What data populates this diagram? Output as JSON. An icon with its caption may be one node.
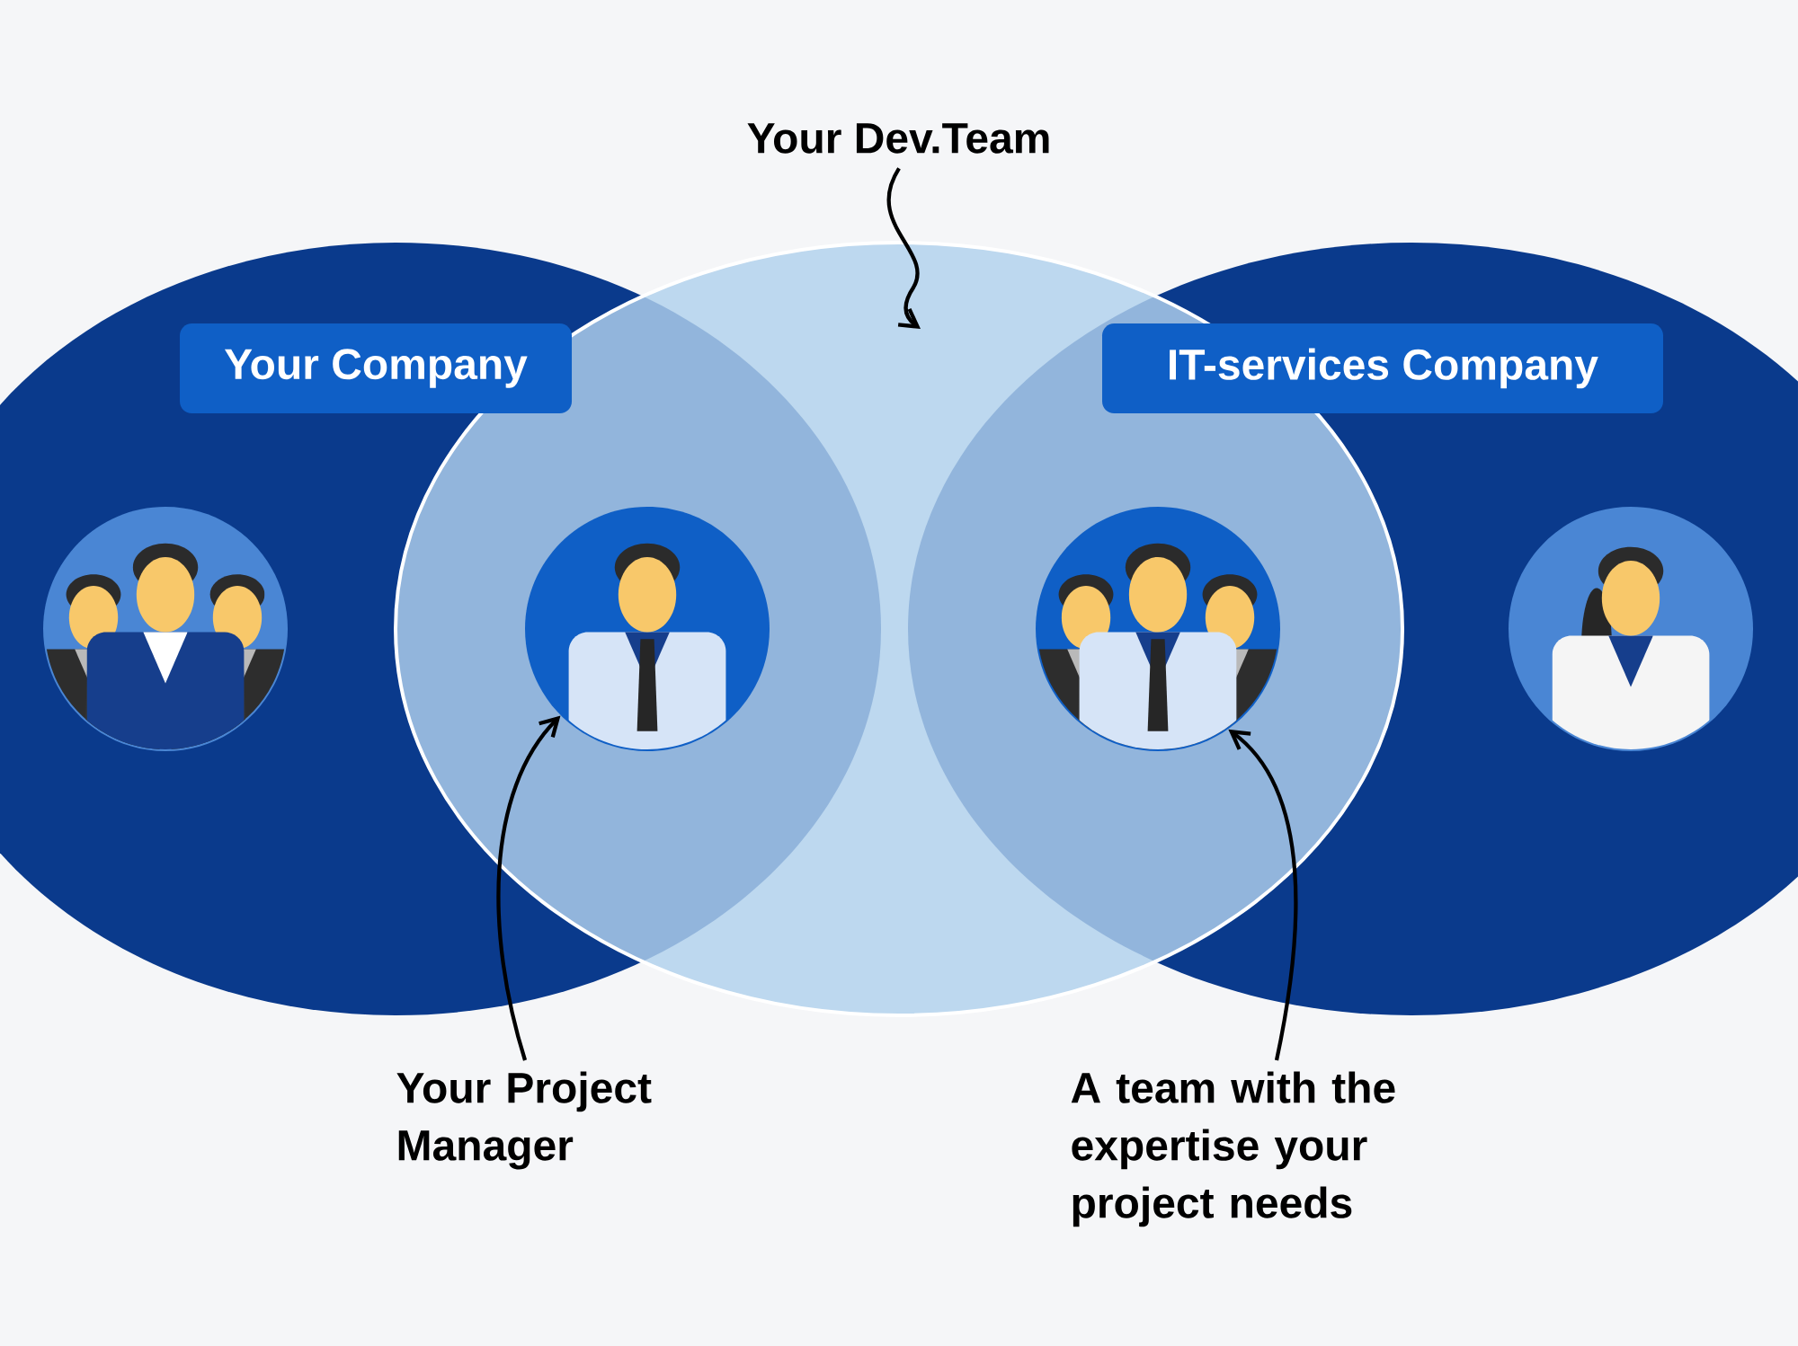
{
  "diagram": {
    "nodes": [
      {
        "text": [
          "Your Dev.Team"
        ]
      },
      {
        "text": [
          "Your Company"
        ]
      },
      {
        "text": [
          "IT-services Company"
        ]
      },
      {
        "text": [],
        "shape": "picture"
      },
      {
        "text": [],
        "shape": "picture"
      },
      {
        "text": [],
        "shape": "picture"
      },
      {
        "text": [],
        "shape": "picture"
      },
      {
        "text": [
          "Your Project Manager"
        ]
      },
      {
        "text": [
          "A team with the expertise your project needs"
        ]
      }
    ],
    "edges": [
      {
        "from": 0,
        "to": null,
        "arrow": "to"
      },
      {
        "from": 7,
        "to": 4,
        "arrow": "to"
      },
      {
        "from": 8,
        "to": 5,
        "arrow": "to"
      }
    ]
  }
}
